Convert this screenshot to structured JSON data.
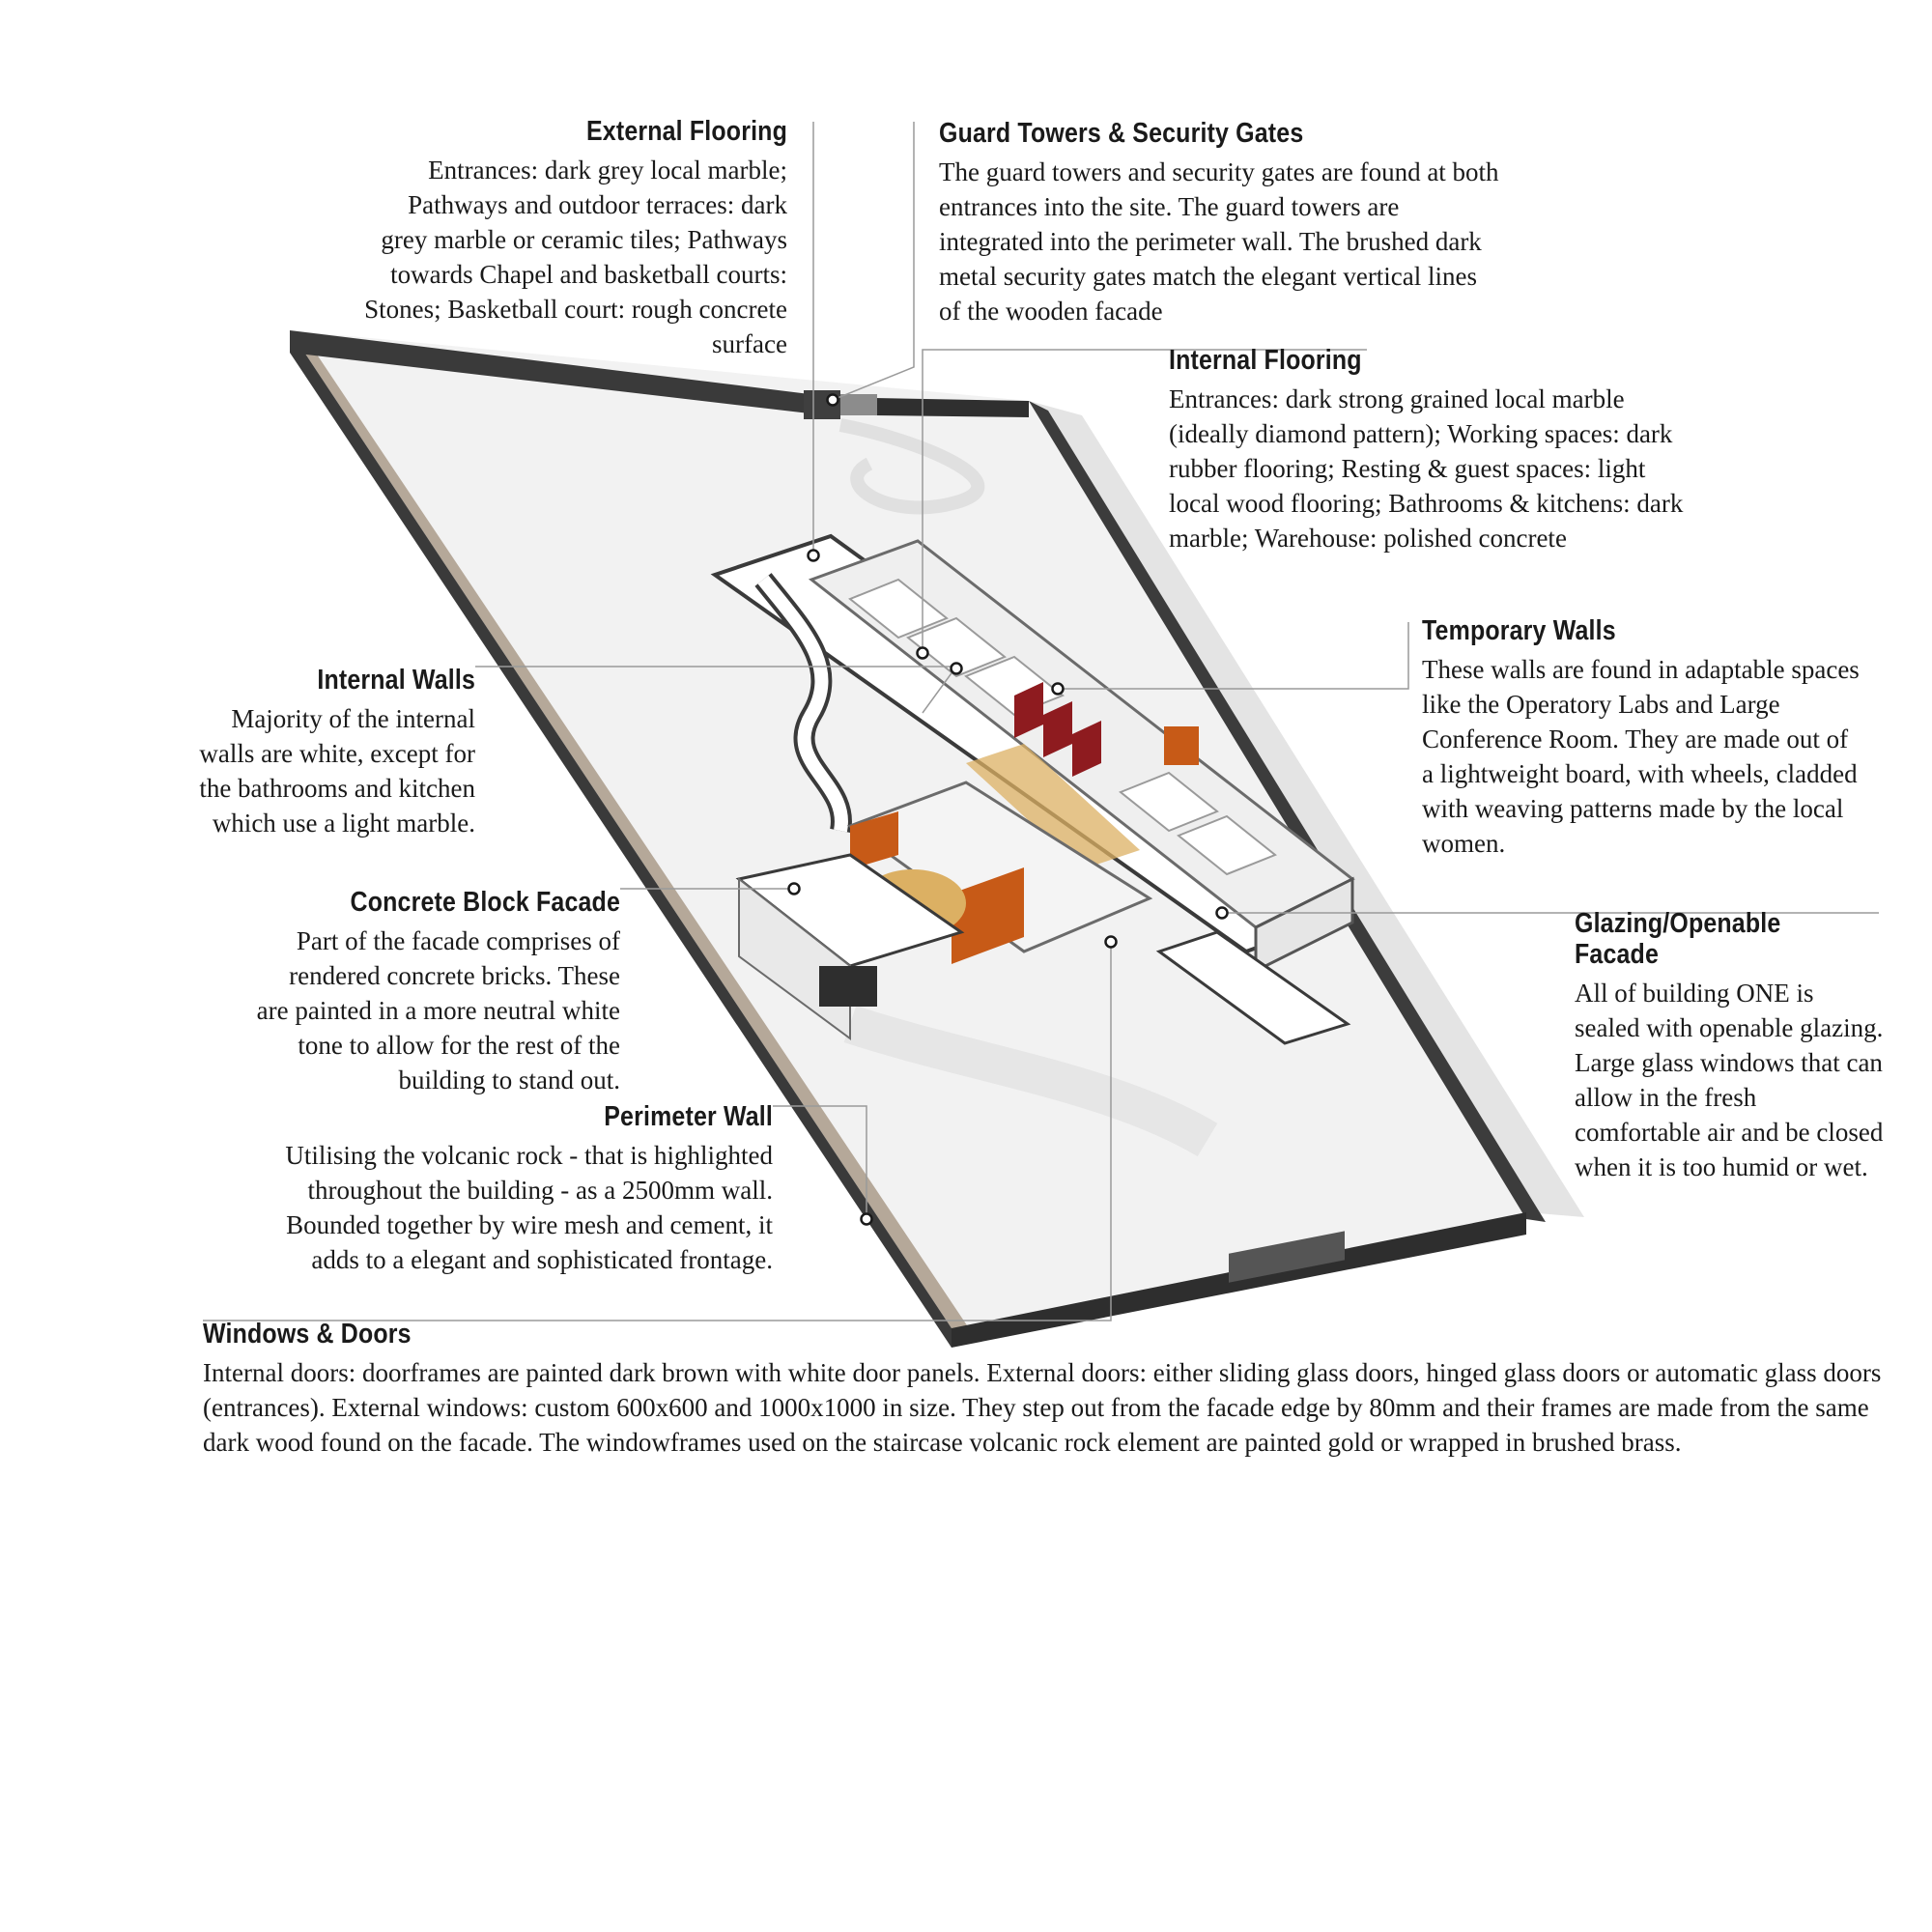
{
  "annotations": {
    "external_flooring": {
      "title": "External Flooring",
      "body": "Entrances: dark grey local marble; Pathways and outdoor terraces: dark grey marble or ceramic tiles;  Pathways towards Chapel and basketball courts: Stones;  Basketball court: rough concrete surface"
    },
    "guard_towers": {
      "title": "Guard Towers & Security Gates",
      "body": "The guard towers and security gates are found at both entrances into the site.  The guard towers are integrated into the perimeter wall. The brushed dark metal security gates match the elegant vertical lines of  the wooden facade"
    },
    "internal_flooring": {
      "title": "Internal Flooring",
      "body": "Entrances: dark strong grained local marble (ideally diamond pattern); Working spaces: dark rubber flooring;  Resting & guest spaces: light local wood flooring; Bathrooms & kitchens: dark marble;  Warehouse: polished concrete"
    },
    "temporary_walls": {
      "title": "Temporary Walls",
      "body": "These walls are found in adaptable spaces like the Operatory Labs and Large Conference Room.  They are made out of  a lightweight board, with wheels, cladded with weaving patterns made by the local women."
    },
    "internal_walls": {
      "title": "Internal Walls",
      "body": "Majority of  the internal walls are white, except for the bathrooms and kitchen which use a light marble."
    },
    "concrete_block": {
      "title": "Concrete Block Facade",
      "body": "Part of  the facade comprises of rendered concrete bricks.  These are painted in a more neutral white tone to allow for the rest of  the building to stand out."
    },
    "glazing": {
      "title": "Glazing/Openable Facade",
      "body": "All of  building ONE is sealed with openable glazing.  Large glass windows that can allow in the fresh comfortable air and be closed when it is too humid or wet."
    },
    "perimeter_wall": {
      "title": "Perimeter Wall",
      "body": "Utilising the volcanic rock - that is highlighted throughout the building - as a 2500mm wall. Bounded together by wire mesh and cement, it adds to a elegant and sophisticated frontage."
    },
    "windows_doors": {
      "title": "Windows & Doors",
      "body": "Internal doors: doorframes are painted dark brown with white door panels. External doors: either sliding glass doors, hinged glass doors or automatic glass doors (entrances).  External windows: custom 600x600 and 1000x1000 in size.  They step out from the facade edge by 80mm and their frames are made from the same dark wood found on the facade.  The windowframes used on the staircase volcanic rock element are painted gold or wrapped in brushed brass."
    }
  },
  "colors": {
    "ground": "#f1f1f1",
    "perimeter_wall": "#2b2b2b",
    "wall_top": "#b9aca1",
    "leader_line": "#9a9a9a",
    "accent_red": "#8e1b1f",
    "accent_orange": "#c75a17",
    "accent_wood": "#dcb063"
  }
}
